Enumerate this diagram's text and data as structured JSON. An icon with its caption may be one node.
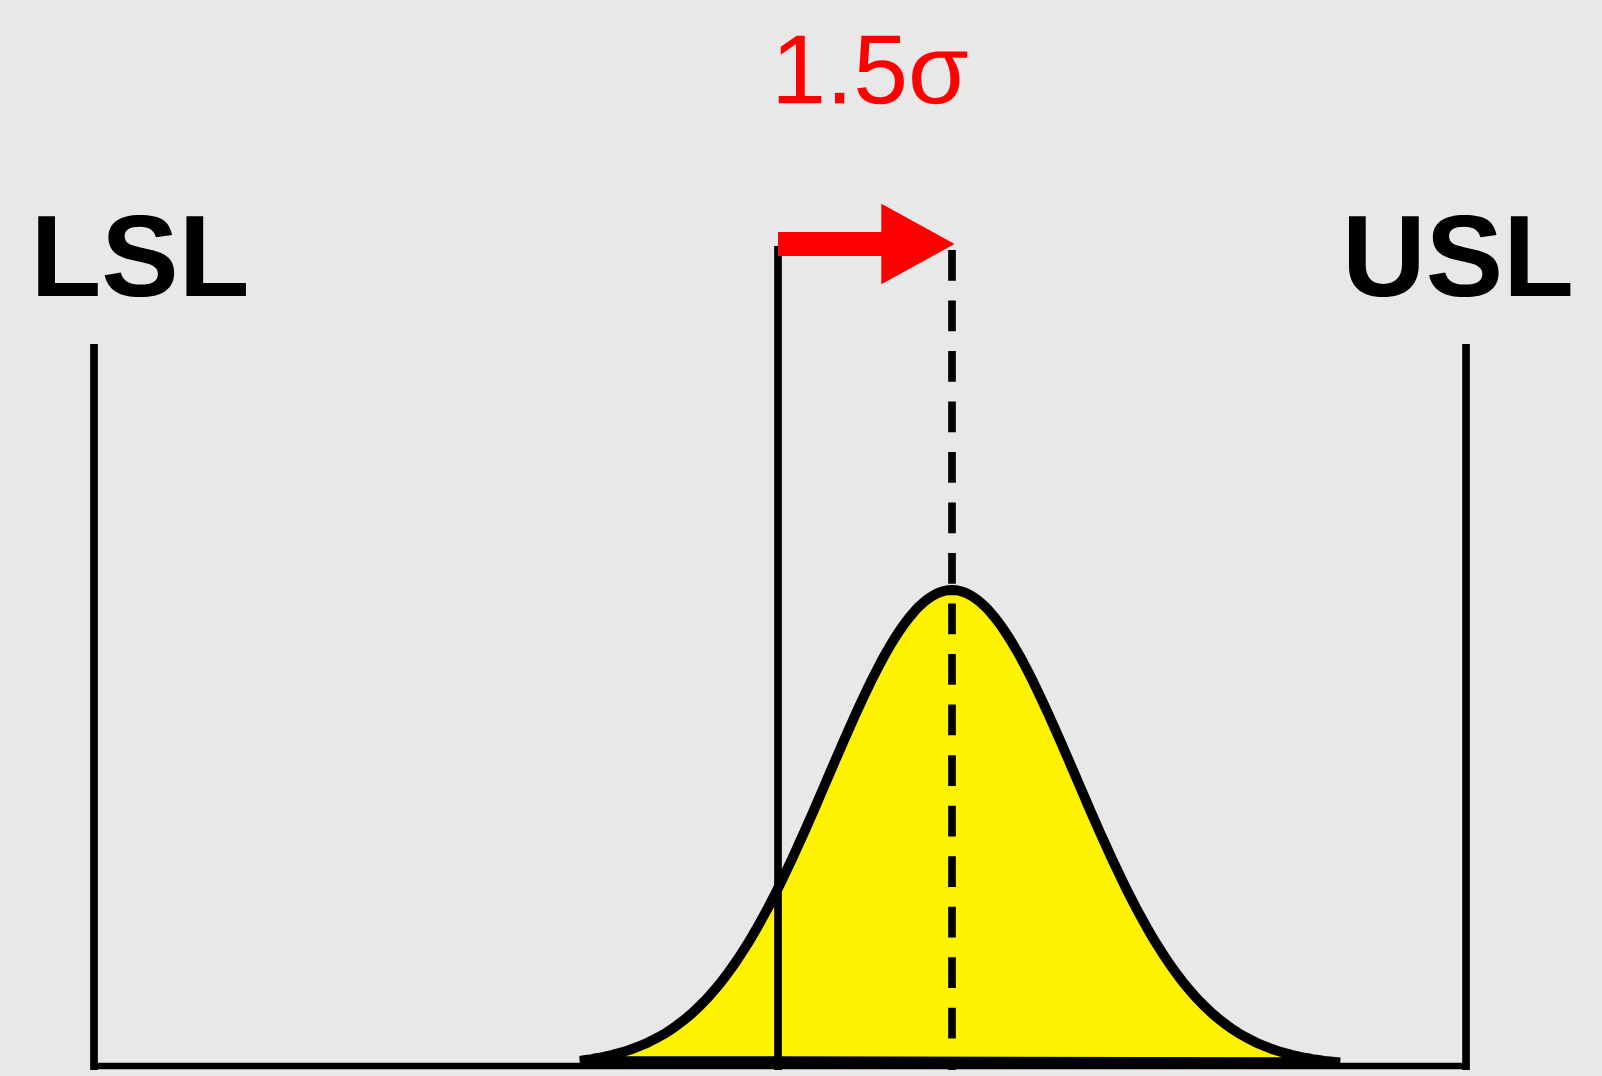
{
  "diagram": {
    "labels": [
      "1.5σ",
      "LSL",
      "USL"
    ]
  }
}
